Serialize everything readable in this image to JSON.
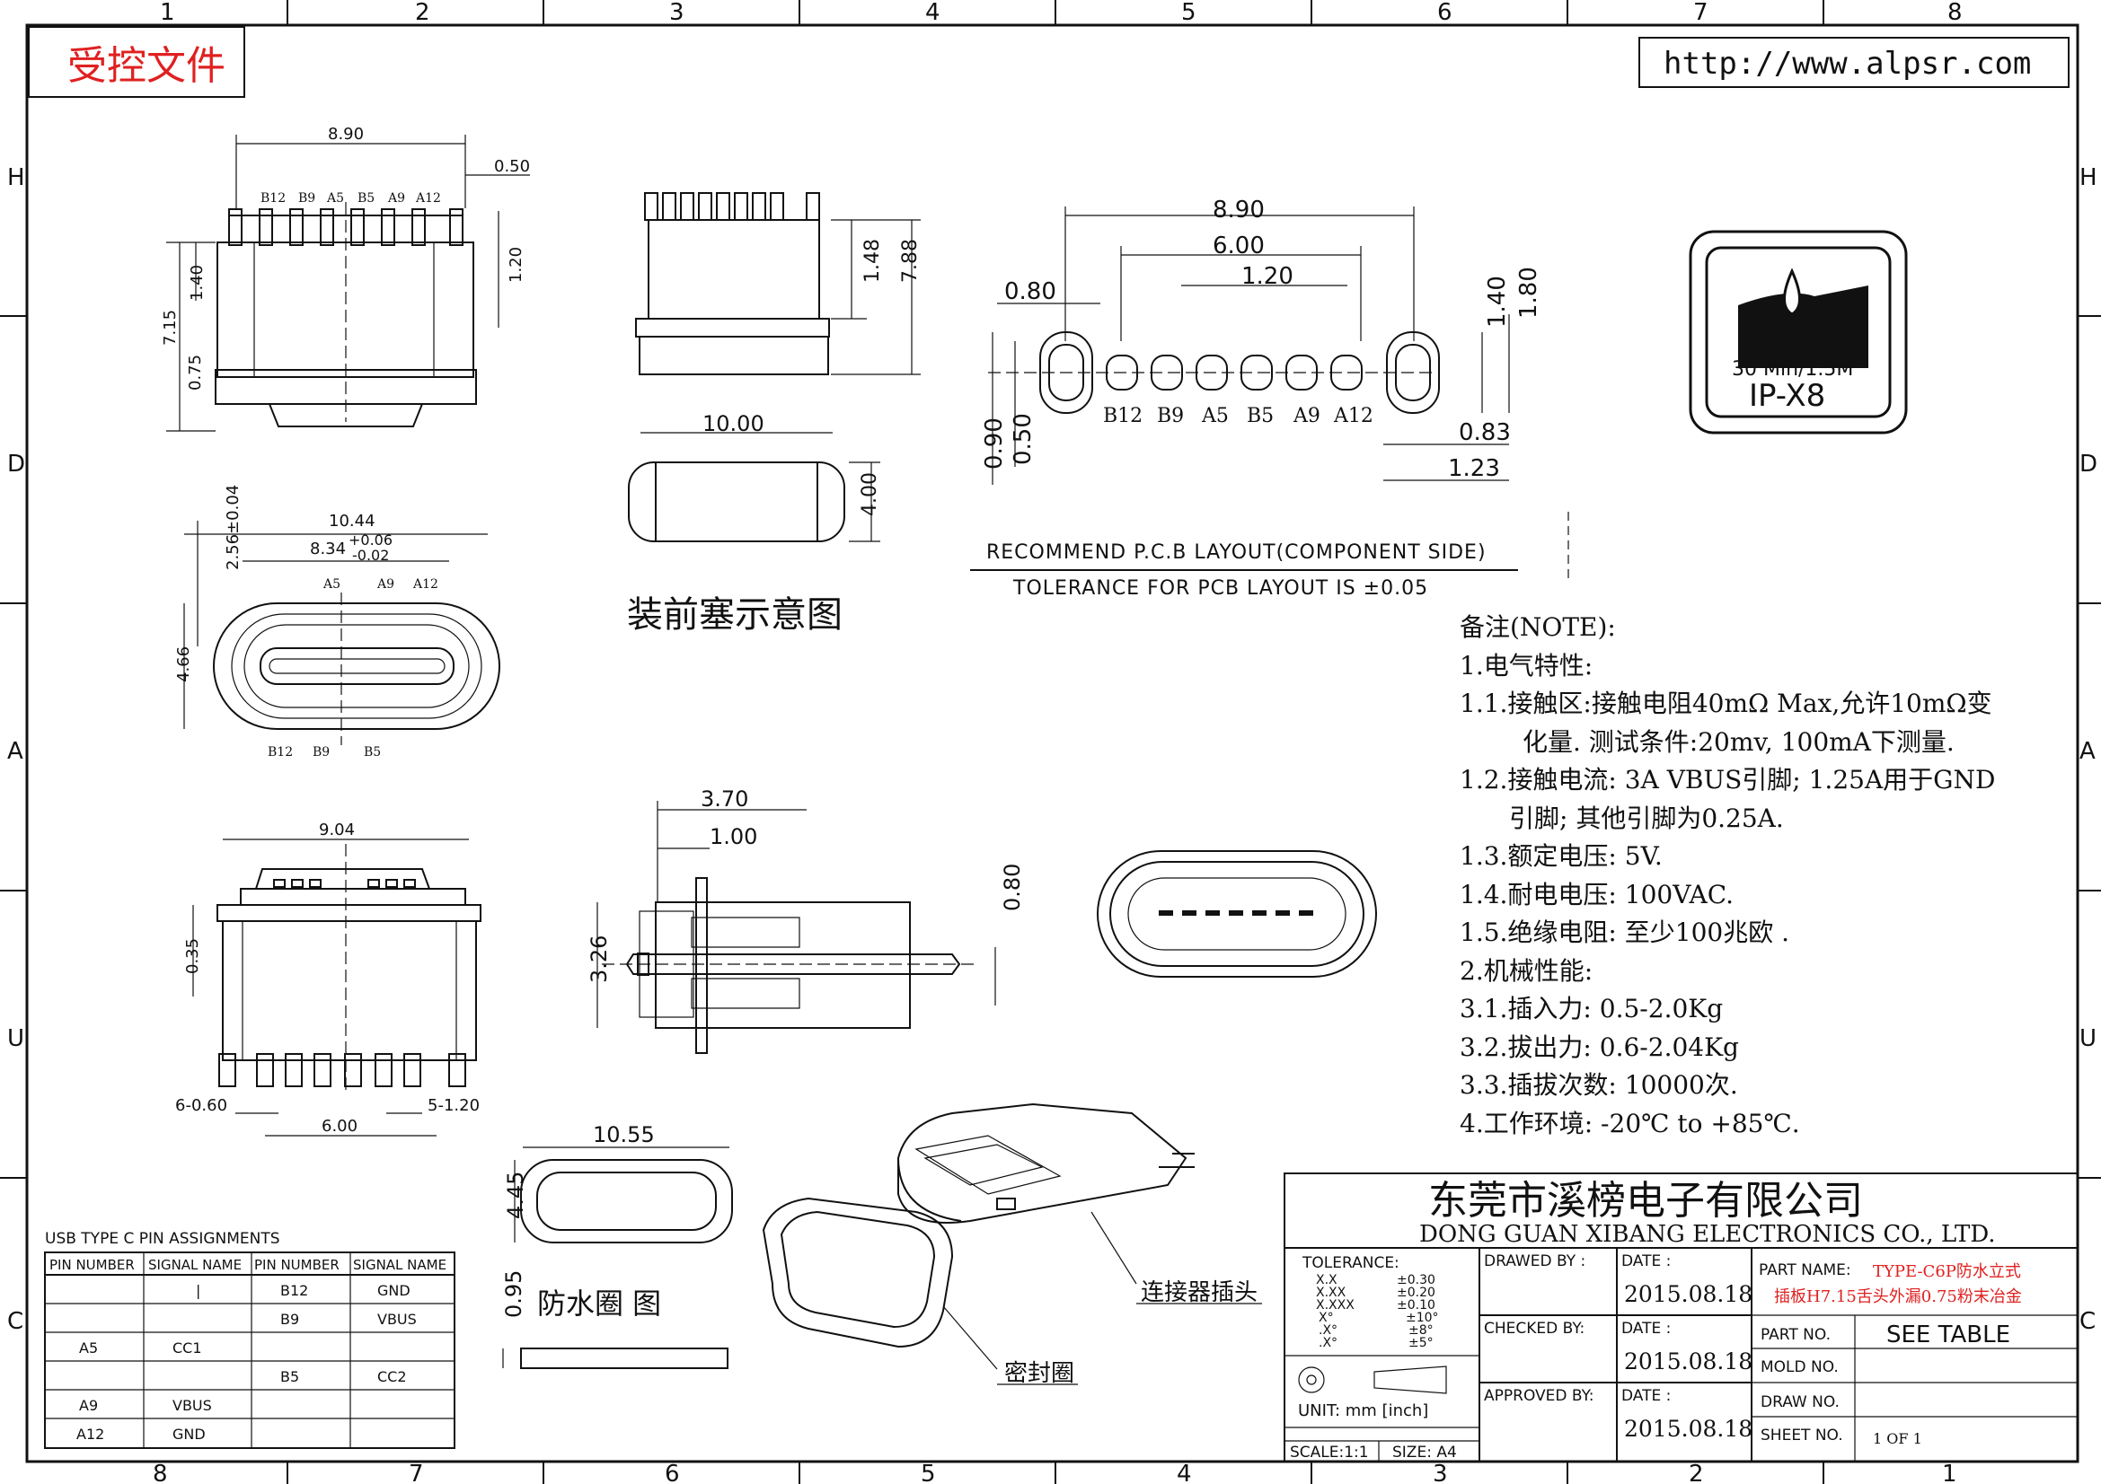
{
  "border": {
    "top_numbers": [
      "1",
      "2",
      "3",
      "4",
      "5",
      "6",
      "7",
      "8"
    ],
    "bottom_numbers": [
      "8",
      "7",
      "6",
      "5",
      "4",
      "3",
      "2",
      "1"
    ],
    "left_letters": [
      "H",
      "D",
      "A",
      "U",
      "C"
    ],
    "right_letters": [
      "H",
      "D",
      "A",
      "U",
      "C"
    ]
  },
  "stamp": "受控文件",
  "website": "http://www.alpsr.com",
  "ip_badge": {
    "line1": "30 Min/1.5M",
    "line2": "IP-X8"
  },
  "top_view": {
    "width": "8.90",
    "pitch": "0.50",
    "pins": [
      "B12",
      "B9",
      "A5",
      "B5",
      "A9",
      "A12"
    ],
    "h1": "1.40",
    "h2": "7.15",
    "h3": "0.75",
    "h4": "1.20"
  },
  "side_view": {
    "h1": "1.48",
    "h2": "7.88"
  },
  "end_view": {
    "w": "10.00",
    "h": "4.00"
  },
  "assembly_caption": "装前塞示意图",
  "pcb": {
    "w1": "8.90",
    "w2": "6.00",
    "w3": "1.20",
    "d1": "0.80",
    "d2": "0.90",
    "d3": "0.50",
    "h1": "1.40",
    "h2": "1.80",
    "d4": "0.83",
    "d5": "1.23",
    "pins": [
      "B12",
      "B9",
      "A5",
      "B5",
      "A9",
      "A12"
    ],
    "caption1": "RECOMMEND P.C.B LAYOUT(COMPONENT SIDE)",
    "caption2": "TOLERANCE FOR PCB LAYOUT IS ±0.05"
  },
  "front_view": {
    "w1": "10.44",
    "w2": "8.34",
    "tol_plus": "+0.06",
    "tol_minus": "-0.02",
    "h1": "2.56±0.04",
    "h2": "4.66",
    "top_pins": [
      "A5",
      "A9",
      "A12"
    ],
    "bottom_pins": [
      "B12",
      "B9",
      "B5"
    ]
  },
  "bottom_view": {
    "w1": "9.04",
    "w2": "6.00",
    "h1": "0.35",
    "left": "6-0.60",
    "right": "5-1.20"
  },
  "section_view": {
    "w1": "3.70",
    "w2": "1.00",
    "h1": "3.26",
    "h2": "0.80"
  },
  "seal": {
    "w": "10.55",
    "h": "4.45",
    "t": "0.95",
    "caption": "防水圈 图"
  },
  "labels": {
    "connector": "连接器插头",
    "seal_ring": "密封圈"
  },
  "notes": [
    "备注(NOTE):",
    "1.电气特性:",
    "1.1.接触区:接触电阻40mΩ Max,允许10mΩ变",
    "化量. 测试条件:20mv, 100mA下测量.",
    "1.2.接触电流: 3A VBUS引脚; 1.25A用于GND",
    "引脚; 其他引脚为0.25A.",
    "1.3.额定电压: 5V.",
    "1.4.耐电电压: 100VAC.",
    "1.5.绝缘电阻: 至少100兆欧 .",
    "2.机械性能:",
    "3.1.插入力: 0.5-2.0Kg",
    "3.2.拔出力: 0.6-2.04Kg",
    "3.3.插拔次数: 10000次.",
    "4.工作环境: -20℃ to +85℃."
  ],
  "pin_table": {
    "title": "USB TYPE C PIN ASSIGNMENTS",
    "headers": [
      "PIN NUMBER",
      "SIGNAL NAME",
      "PIN NUMBER",
      "SIGNAL NAME"
    ],
    "rows": [
      [
        "",
        "|",
        "B12",
        "GND"
      ],
      [
        "",
        "",
        "B9",
        "VBUS"
      ],
      [
        "A5",
        "CC1",
        "",
        ""
      ],
      [
        "",
        "",
        "B5",
        "CC2"
      ],
      [
        "A9",
        "VBUS",
        "",
        ""
      ],
      [
        "A12",
        "GND",
        "",
        ""
      ]
    ]
  },
  "title_block": {
    "company_cn": "东莞市溪榜电子有限公司",
    "company_en": "DONG GUAN XIBANG ELECTRONICS CO., LTD.",
    "tolerance_label": "TOLERANCE:",
    "tol_rows": [
      [
        "X.X",
        "±0.30"
      ],
      [
        "X.XX",
        "±0.20"
      ],
      [
        "X.XXX",
        "±0.10"
      ],
      [
        "X°",
        "±10°"
      ],
      [
        ".X°",
        "±8°"
      ],
      [
        ".X°",
        "±5°"
      ]
    ],
    "unit": "UNIT: mm [inch]",
    "scale": "SCALE:1:1",
    "size": "SIZE: A4",
    "drawn_by": "DRAWED BY :",
    "checked_by": "CHECKED BY:",
    "approved_by": "APPROVED BY:",
    "date_label": "DATE :",
    "dates": [
      "2015.08.18",
      "2015.08.18",
      "2015.08.18"
    ],
    "part_name_label": "PART NAME:",
    "part_name_1": "TYPE-C6P防水立式",
    "part_name_2": "插板H7.15舌头外漏0.75粉末冶金",
    "part_no_label": "PART NO.",
    "part_no": "SEE TABLE",
    "mold_no_label": "MOLD NO.",
    "draw_no_label": "DRAW NO.",
    "sheet_no_label": "SHEET NO.",
    "sheet_no": "1 OF 1"
  }
}
